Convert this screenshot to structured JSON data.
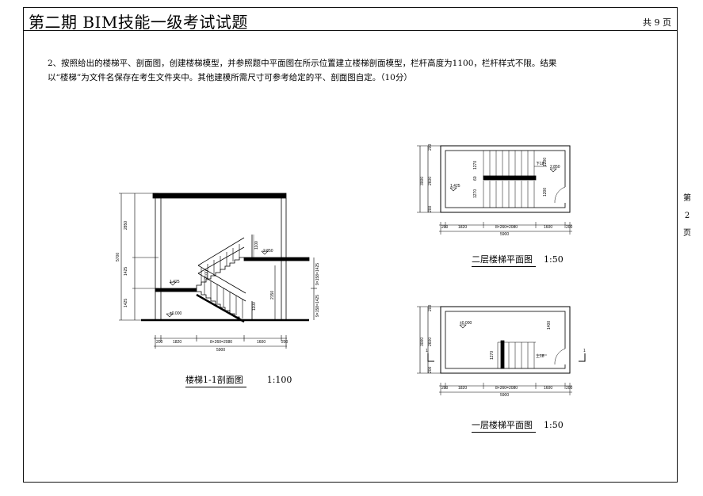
{
  "header": {
    "title": "第二期 BIM技能一级考试试题",
    "pages": "共 9 页"
  },
  "question": {
    "line1": "2、按照给出的楼梯平、剖面图，创建楼梯模型，并参照题中平面图在所示位置建立楼梯剖面模型，栏杆高度为1100，栏杆样式不限。结果",
    "line2": "以“楼梯”为文件名保存在考生文件夹中。其他建模所需尺寸可参考给定的平、剖面图自定。（10分）"
  },
  "side_label": [
    "第",
    "2",
    "页"
  ],
  "section": {
    "caption": "楼梯1-1剖面图",
    "scale": "1:100",
    "dims_bottom": [
      "200",
      "1820",
      "8×260=2080",
      "1600",
      "200"
    ],
    "total_bottom": "5900",
    "dims_left": [
      "2850",
      "5700",
      "1425",
      "1425"
    ],
    "elevations": [
      "±0.000",
      "1.425",
      "2.850"
    ],
    "riser_right": [
      "9×158=1425",
      "9×158=1425"
    ],
    "rail_labels": [
      "1100",
      "1100",
      "2150",
      "1100"
    ]
  },
  "plan2": {
    "caption": "二层楼梯平面图",
    "scale": "1:50",
    "dims_bottom": [
      "200",
      "1820",
      "8×260=2080",
      "1600",
      "200"
    ],
    "total_bottom": "5900",
    "dims_left": [
      "3000",
      "200",
      "2600",
      "200"
    ],
    "inner_dims": [
      "1270",
      "60",
      "1270",
      "1200",
      "1200"
    ],
    "elevations": [
      "1.425",
      "2.850"
    ],
    "down_label": "下18"
  },
  "plan1": {
    "caption": "一层楼梯平面图",
    "scale": "1:50",
    "dims_bottom": [
      "200",
      "1820",
      "8×260=2080",
      "1600",
      "200"
    ],
    "total_bottom": "5900",
    "dims_left": [
      "3000",
      "200",
      "2600",
      "200"
    ],
    "inner_dims": [
      "1400",
      "1270"
    ],
    "elevation": "±0.000",
    "up_label": "上18",
    "cut_mark": "1"
  }
}
